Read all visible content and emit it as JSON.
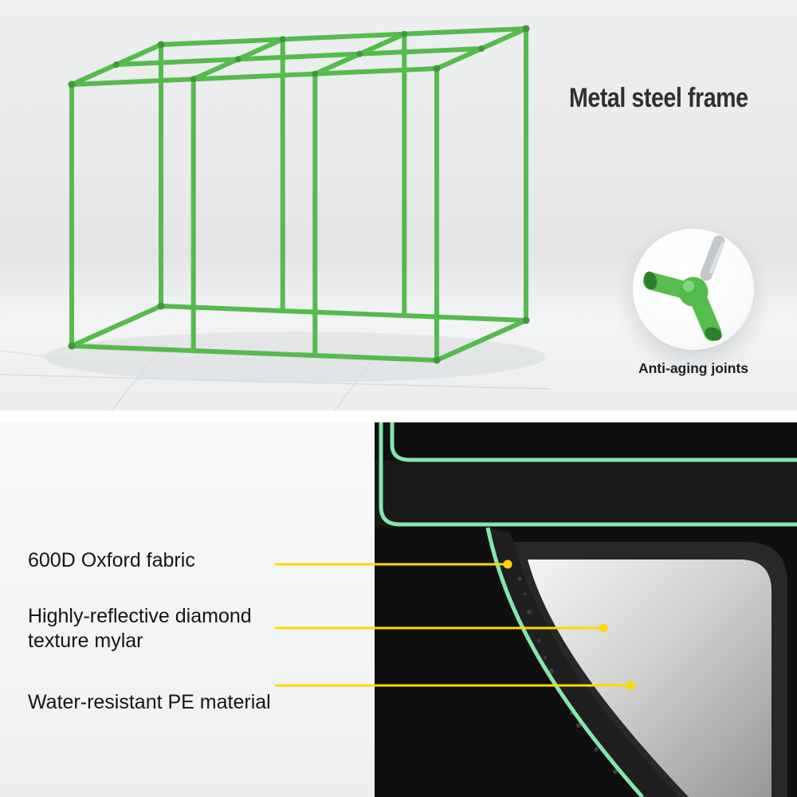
{
  "top_section": {
    "title": "Metal steel frame",
    "inset": {
      "caption": "Anti-aging joints"
    }
  },
  "bottom_section": {
    "labels": [
      {
        "text": "600D Oxford fabric"
      },
      {
        "text": "Highly-reflective diamond texture mylar"
      },
      {
        "text": "Water-resistant PE material"
      }
    ]
  },
  "colors": {
    "frame_green": "#55bb4c",
    "joint_green_dark": "#3e9a38",
    "mint_trim": "#85e5ad",
    "callout_yellow": "#ffd60a",
    "fabric_black": "#0e0f0e",
    "mylar_silver": "#d2d2d2",
    "title_text": "#2f3032"
  }
}
